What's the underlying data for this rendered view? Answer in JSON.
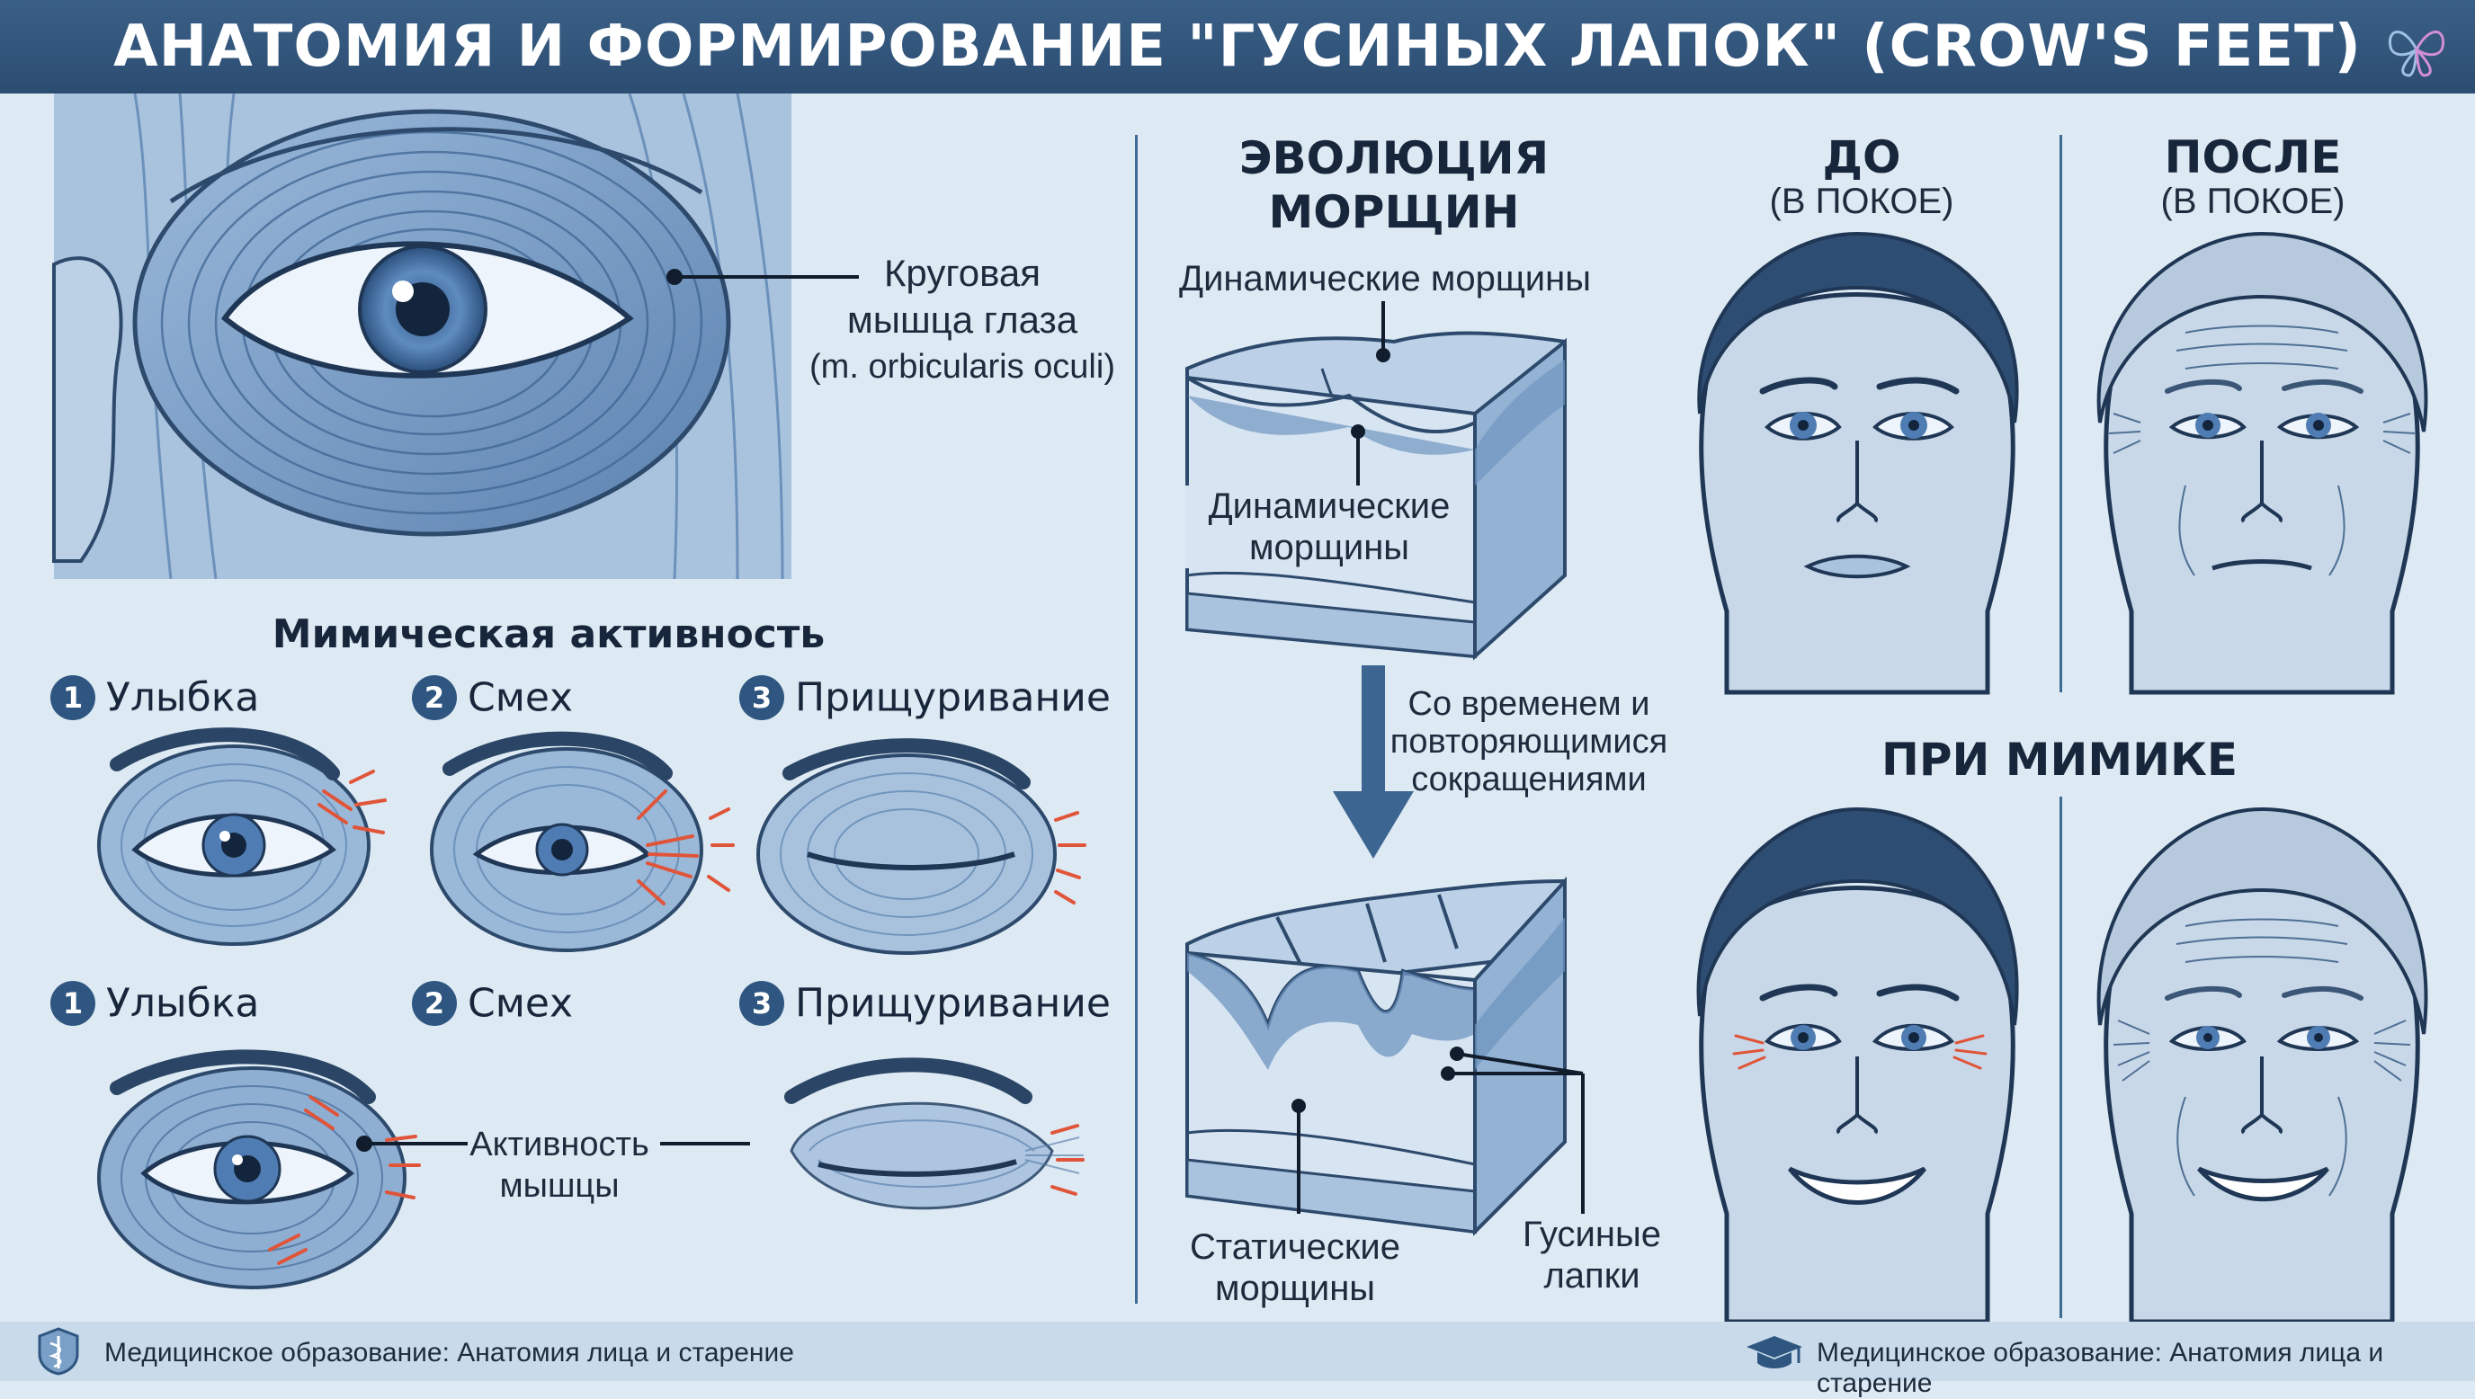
{
  "header": {
    "title": "АНАТОМИЯ И ФОРМИРОВАНИЕ \"ГУСИНЫХ ЛАПОК\" (CROW'S FEET)"
  },
  "anatomy": {
    "muscle_label": [
      "Круговая",
      "мышца глаза",
      "(m. orbicularis oculi)"
    ]
  },
  "mimic": {
    "title": "Мимическая активность",
    "row1": [
      {
        "num": "1",
        "label": "Улыбка"
      },
      {
        "num": "2",
        "label": "Смех"
      },
      {
        "num": "3",
        "label": "Прищуривание"
      }
    ],
    "row2": [
      {
        "num": "1",
        "label": "Улыбка"
      },
      {
        "num": "2",
        "label": "Смех"
      },
      {
        "num": "3",
        "label": "Прищуривание"
      }
    ],
    "activity_label": [
      "Активность",
      "мышцы"
    ]
  },
  "evolution": {
    "title": [
      "ЭВОЛЮЦИЯ",
      "МОРЩИН"
    ],
    "top_label": "Динамические морщины",
    "inner_label": [
      "Динамические",
      "морщины"
    ],
    "time_label": [
      "Со временем и",
      "повторяющимися",
      "сокращениями"
    ],
    "static_label": [
      "Статические",
      "морщины"
    ],
    "crows_label": [
      "Гусиные",
      "лапки"
    ]
  },
  "faces": {
    "before_title": "ДО",
    "before_sub": "(В ПОКОЕ)",
    "after_title": "ПОСЛЕ",
    "after_sub": "(В ПОКОЕ)",
    "mimic_title": "ПРИ МИМИКЕ"
  },
  "footer": {
    "left": "Медицинское образование: Анатомия лица и старение",
    "right": "Медицинское образование: Анатомия лица и старение"
  },
  "colors": {
    "accent": "#2f5680",
    "muscle": "#6f95c0",
    "red": "#e0553a",
    "skin": "#c8d8e8"
  }
}
